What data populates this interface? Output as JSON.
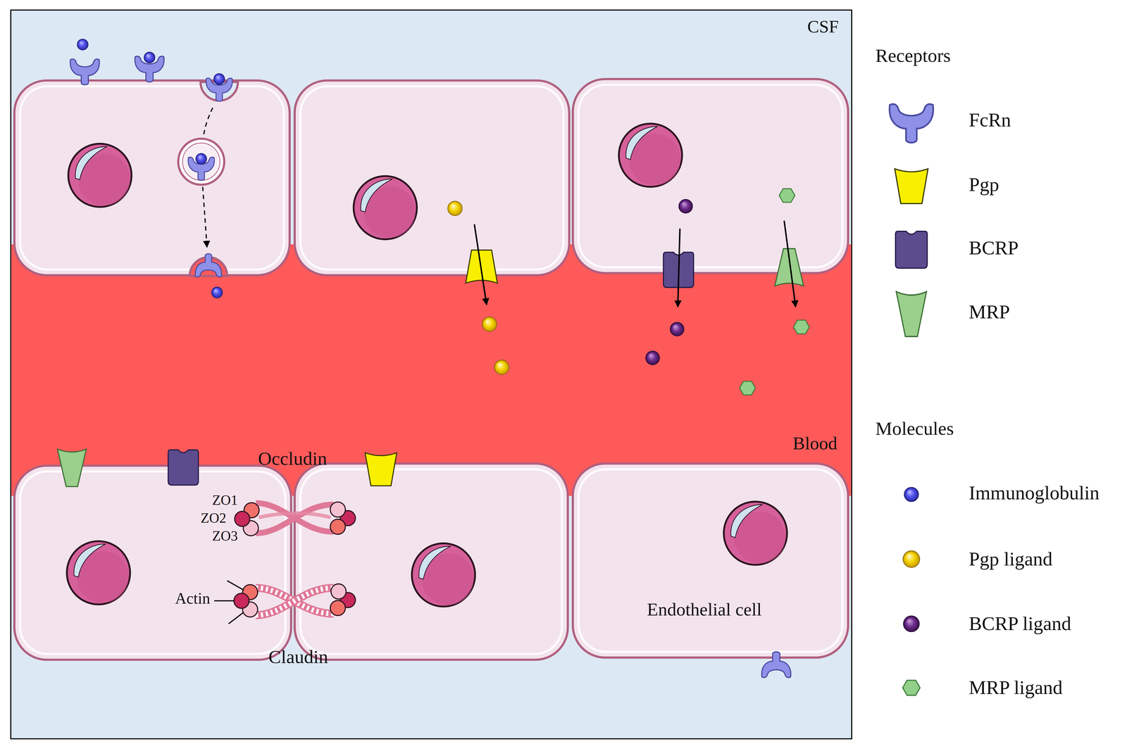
{
  "diagram": {
    "nodes": [
      {
        "text": [
          "Blood"
        ]
      },
      {
        "text": [
          "Endothelial cell"
        ]
      }
    ],
    "labels": [
      "CSF",
      "Occludin",
      "ZO1",
      "ZO2",
      "ZO3",
      "Actin",
      "Claudin",
      "Receptors",
      "Molecules"
    ],
    "legend": [
      {
        "text": "FcRn"
      },
      {
        "text": "Pgp"
      },
      {
        "text": "BCRP"
      },
      {
        "text": "MRP"
      },
      {
        "text": "Immunoglobulin"
      },
      {
        "text": "Pgp ligand"
      },
      {
        "text": "BCRP ligand"
      },
      {
        "text": "MRP ligand"
      }
    ]
  }
}
